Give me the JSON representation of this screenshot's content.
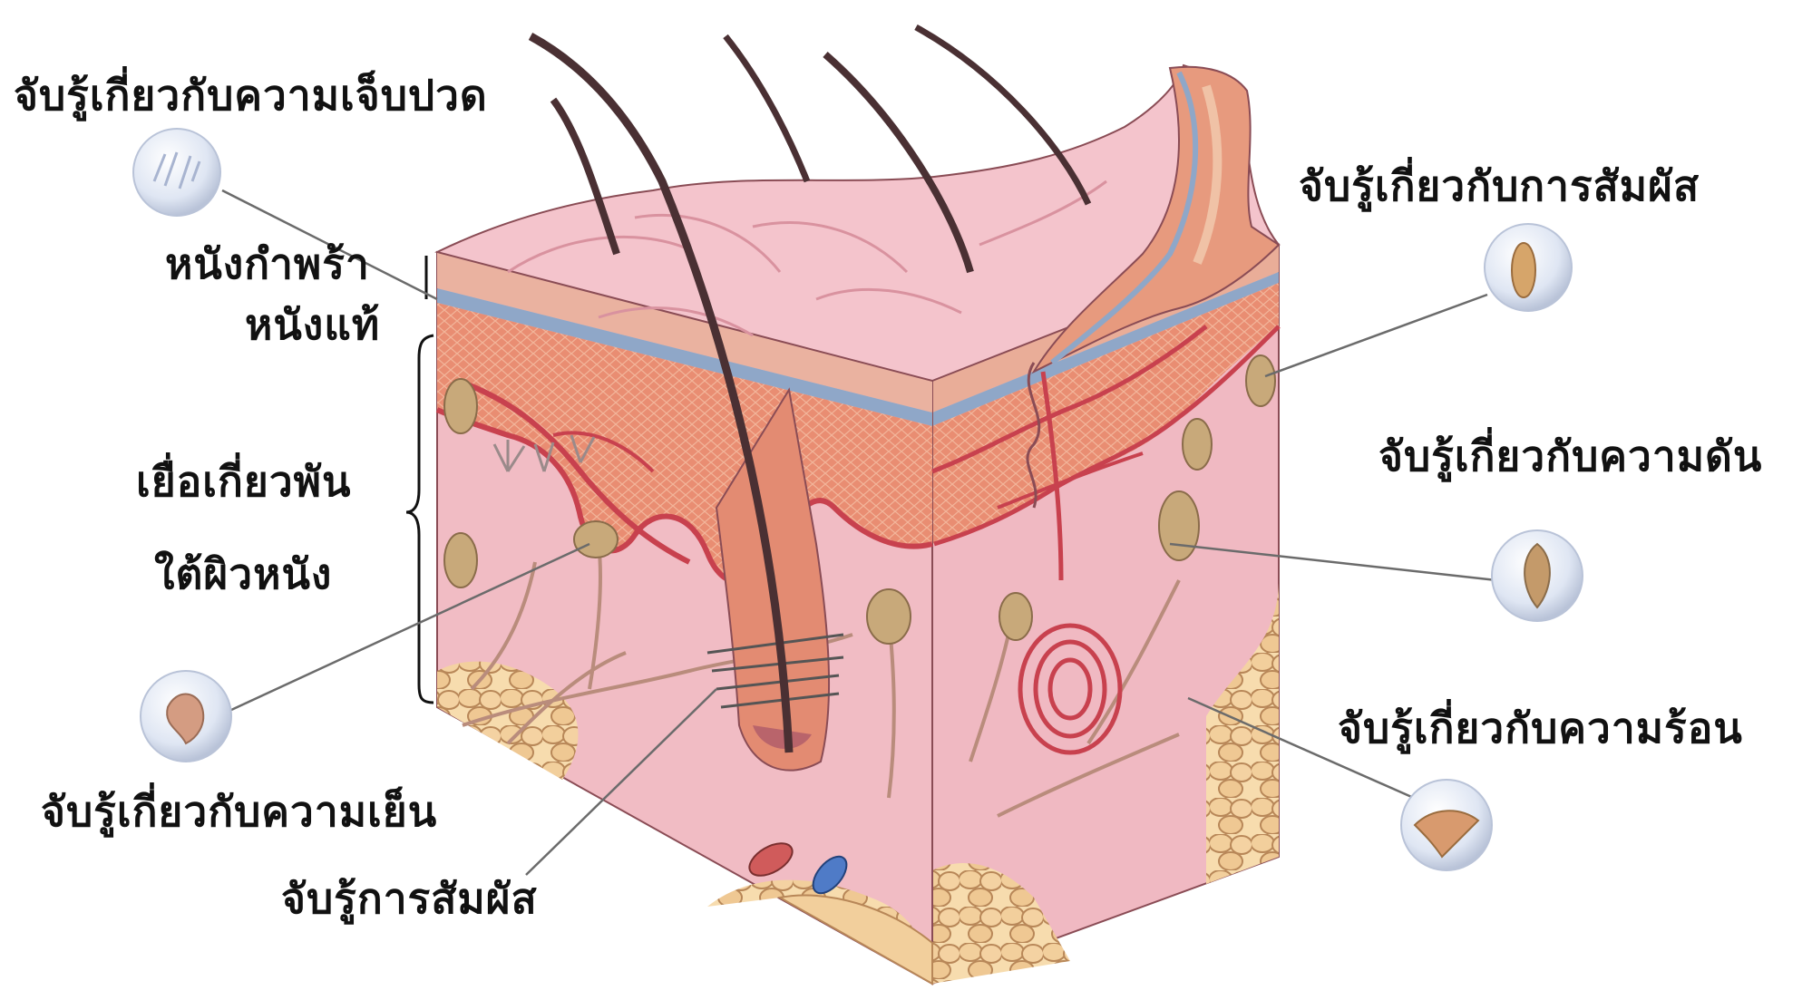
{
  "labels": {
    "pain_receptor": "จับรู้เกี่ยวกับความเจ็บปวด",
    "touch_receptor_right": "จับรู้เกี่ยวกับการสัมผัส",
    "epidermis": "หนังกำพร้า",
    "dermis": "หนังแท้",
    "subcutaneous_line1": "เยื่อเกี่ยวพัน",
    "subcutaneous_line2": "ใต้ผิวหนัง",
    "pressure_receptor": "จับรู้เกี่ยวกับความดัน",
    "cold_receptor": "จับรู้เกี่ยวกับความเย็น",
    "heat_receptor": "จับรู้เกี่ยวกับความร้อน",
    "touch_receptor_bottom": "จับรู้การสัมผัส"
  },
  "colors": {
    "skin_top": "#f3c3cc",
    "epidermis_band": "#e8a68e",
    "blue_band": "#8fa7c8",
    "dermis": "#e7866f",
    "vessel": "#c8414e",
    "subcutaneous": "#f0b7bf",
    "fat": "#f2cf9c",
    "hair": "#4a3033",
    "nerve": "#b98c7c",
    "receptor": "#c8a97a",
    "leader_line": "#6b6b6b",
    "bubble": "#dfe6f3"
  }
}
